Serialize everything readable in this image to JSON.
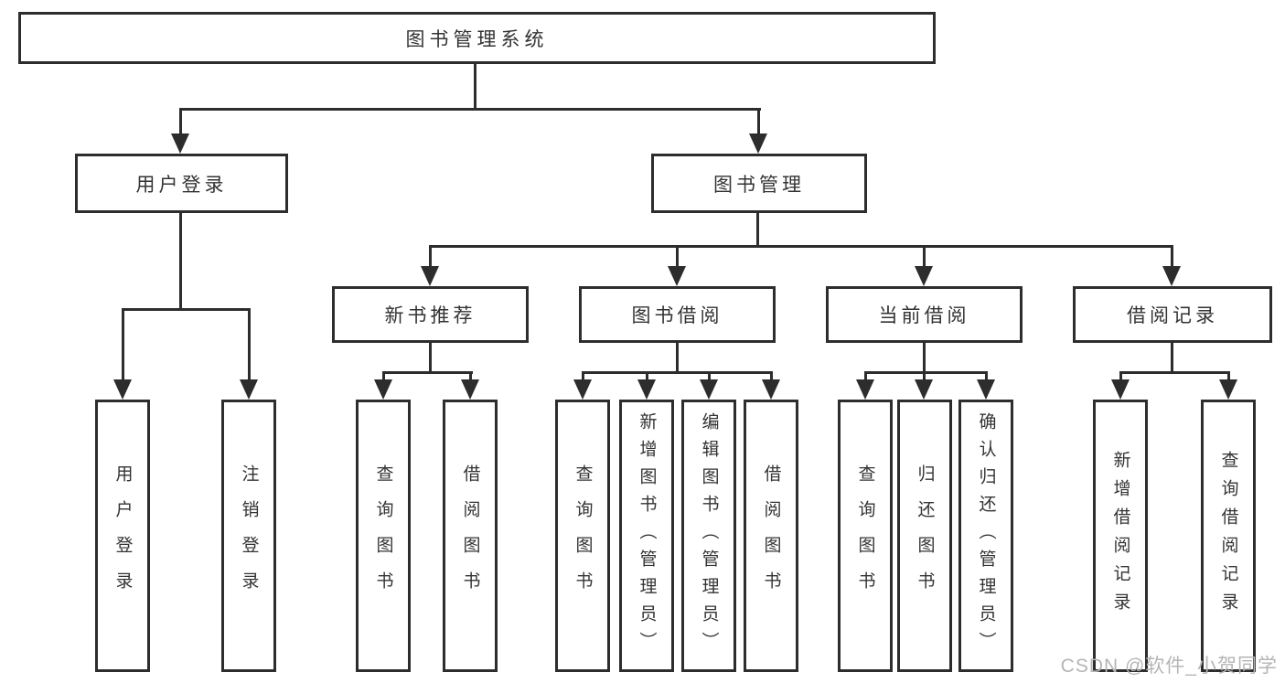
{
  "nodes": {
    "root": "图书管理系统",
    "user_login": "用户登录",
    "book_mgmt": "图书管理",
    "new_book_rec": "新书推荐",
    "book_borrow": "图书借阅",
    "current_borrow": "当前借阅",
    "borrow_record": "借阅记录",
    "leaf_user_login": "用户登录",
    "leaf_logout": "注销登录",
    "leaf_query_book_1": "查询图书",
    "leaf_borrow_book_1": "借阅图书",
    "leaf_query_book_2": "查询图书",
    "leaf_add_book": "新增图书（管理员）",
    "leaf_edit_book": "编辑图书（管理员）",
    "leaf_borrow_book_2": "借阅图书",
    "leaf_query_book_3": "查询图书",
    "leaf_return_book": "归还图书",
    "leaf_confirm_return": "确认归还（管理员）",
    "leaf_add_record": "新增借阅记录",
    "leaf_query_record": "查询借阅记录"
  },
  "hierarchy": {
    "图书管理系统": {
      "用户登录": [
        "用户登录",
        "注销登录"
      ],
      "图书管理": {
        "新书推荐": [
          "查询图书",
          "借阅图书"
        ],
        "图书借阅": [
          "查询图书",
          "新增图书（管理员）",
          "编辑图书（管理员）",
          "借阅图书"
        ],
        "当前借阅": [
          "查询图书",
          "归还图书",
          "确认归还（管理员）"
        ],
        "借阅记录": [
          "新增借阅记录",
          "查询借阅记录"
        ]
      }
    }
  },
  "watermark": "CSDN @软件_小贺同学",
  "colors": {
    "line": "#2d2d2d",
    "text": "#333333",
    "background": "#ffffff",
    "watermark": "#b5b5b5"
  }
}
